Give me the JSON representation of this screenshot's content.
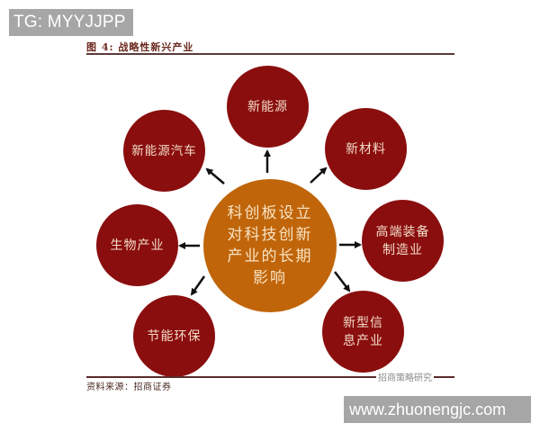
{
  "overlays": {
    "tg_banner": "TG: MYYJJPP",
    "site_banner": "www.zhuonengjc.com",
    "watermark": "招商策略研究"
  },
  "figure": {
    "title": "图 4:  战略性新兴产业",
    "source": "资料来源：招商证券"
  },
  "colors": {
    "outer_node": "#8a0e0e",
    "center_node": "#c0650a",
    "node_text": "#f2dcc8",
    "title_text": "#6b2a1f",
    "arrow": "#111111",
    "banner_bg": "#a6a6a6"
  },
  "diagram": {
    "center": {
      "label": "科创板设立\n对科技创新\n产业的长期\n影响"
    },
    "nodes": [
      {
        "id": "new-energy",
        "label": "新能源"
      },
      {
        "id": "new-materials",
        "label": "新材料"
      },
      {
        "id": "high-end-equipment",
        "label": "高端装备\n制造业"
      },
      {
        "id": "new-information",
        "label": "新型信\n息产业"
      },
      {
        "id": "energy-saving",
        "label": "节能环保"
      },
      {
        "id": "biotech",
        "label": "生物产业"
      },
      {
        "id": "new-energy-vehicles",
        "label": "新能源汽车"
      }
    ],
    "edges": [
      {
        "from": "center",
        "to": "new-energy"
      },
      {
        "from": "center",
        "to": "new-materials"
      },
      {
        "from": "center",
        "to": "high-end-equipment"
      },
      {
        "from": "center",
        "to": "new-information"
      },
      {
        "from": "center",
        "to": "energy-saving"
      },
      {
        "from": "center",
        "to": "biotech"
      },
      {
        "from": "center",
        "to": "new-energy-vehicles"
      }
    ]
  }
}
